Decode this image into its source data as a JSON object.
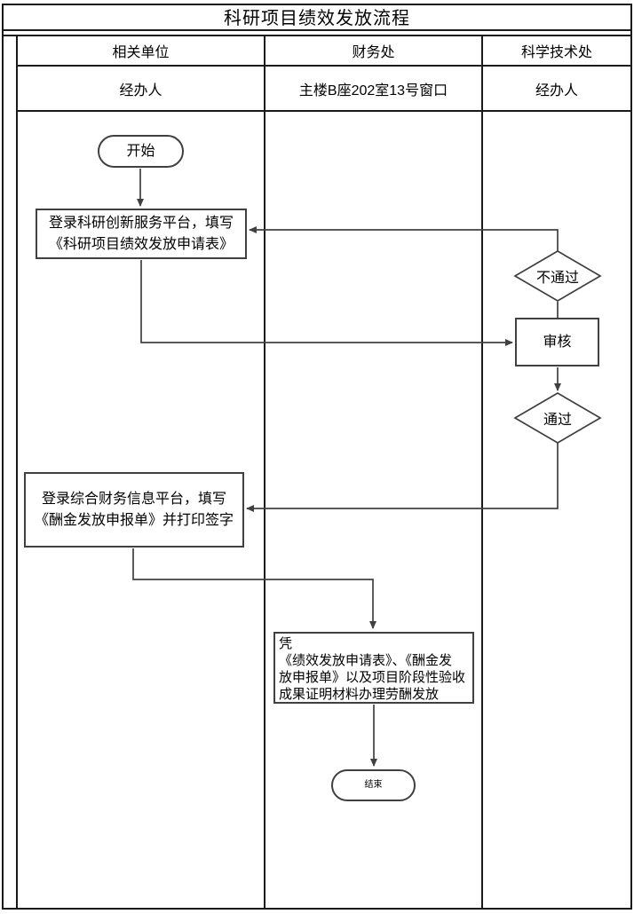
{
  "title": "科研项目绩效发放流程",
  "lanes": {
    "columns": [
      {
        "department": "相关单位",
        "role": "经办人"
      },
      {
        "department": "财务处",
        "role": "主楼B座202室13号窗口"
      },
      {
        "department": "科学技术处",
        "role": "经办人"
      }
    ]
  },
  "nodes": {
    "start": {
      "label": "开始"
    },
    "box1": {
      "lines": [
        "登录科研创新服务平台，填写",
        "《科研项目绩效发放申请表》"
      ]
    },
    "diamond_reject": {
      "label": "不通过"
    },
    "review": {
      "label": "审核"
    },
    "diamond_pass": {
      "label": "通过"
    },
    "box2": {
      "lines": [
        "登录综合财务信息平台，填写",
        "《酬金发放申报单》并打印签字"
      ]
    },
    "box3": {
      "lines": [
        "凭",
        "《绩效发放申请表》、《酬金发",
        "放申报单》以及项目阶段性验收",
        "成果证明材料办理劳酬发放"
      ]
    },
    "end": {
      "label": "结束"
    }
  },
  "colors": {
    "connector": "#404040",
    "grid": "#1a1a1a",
    "background": "#ffffff",
    "text": "#000000"
  }
}
